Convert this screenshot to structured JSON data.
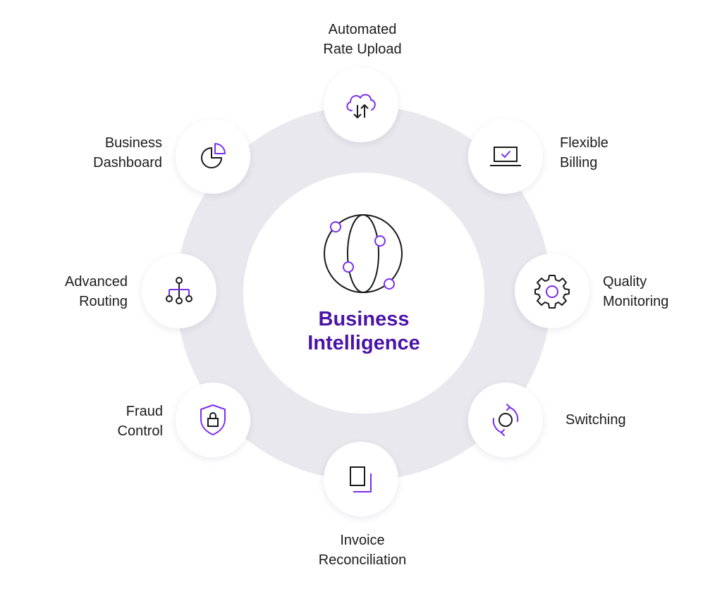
{
  "center": {
    "title_line1": "Business",
    "title_line2": "Intelligence",
    "icon": "globe-icon"
  },
  "modules": [
    {
      "line1": "Automated",
      "line2": "Rate Upload",
      "icon": "cloud-transfer-icon"
    },
    {
      "line1": "Flexible",
      "line2": "Billing",
      "icon": "laptop-check-icon"
    },
    {
      "line1": "Quality",
      "line2": "Monitoring",
      "icon": "gear-icon"
    },
    {
      "line1": "Switching",
      "line2": "",
      "icon": "switch-cycle-icon"
    },
    {
      "line1": "Invoice",
      "line2": "Reconciliation",
      "icon": "document-corner-icon"
    },
    {
      "line1": "Fraud",
      "line2": "Control",
      "icon": "shield-lock-icon"
    },
    {
      "line1": "Advanced",
      "line2": "Routing",
      "icon": "routing-tree-icon"
    },
    {
      "line1": "Business",
      "line2": "Dashboard",
      "icon": "pie-chart-icon"
    }
  ],
  "colors": {
    "accent": "#7b2ff0",
    "title": "#4a14a8",
    "ring": "#e9e8ee",
    "stroke": "#1a1a1a"
  }
}
